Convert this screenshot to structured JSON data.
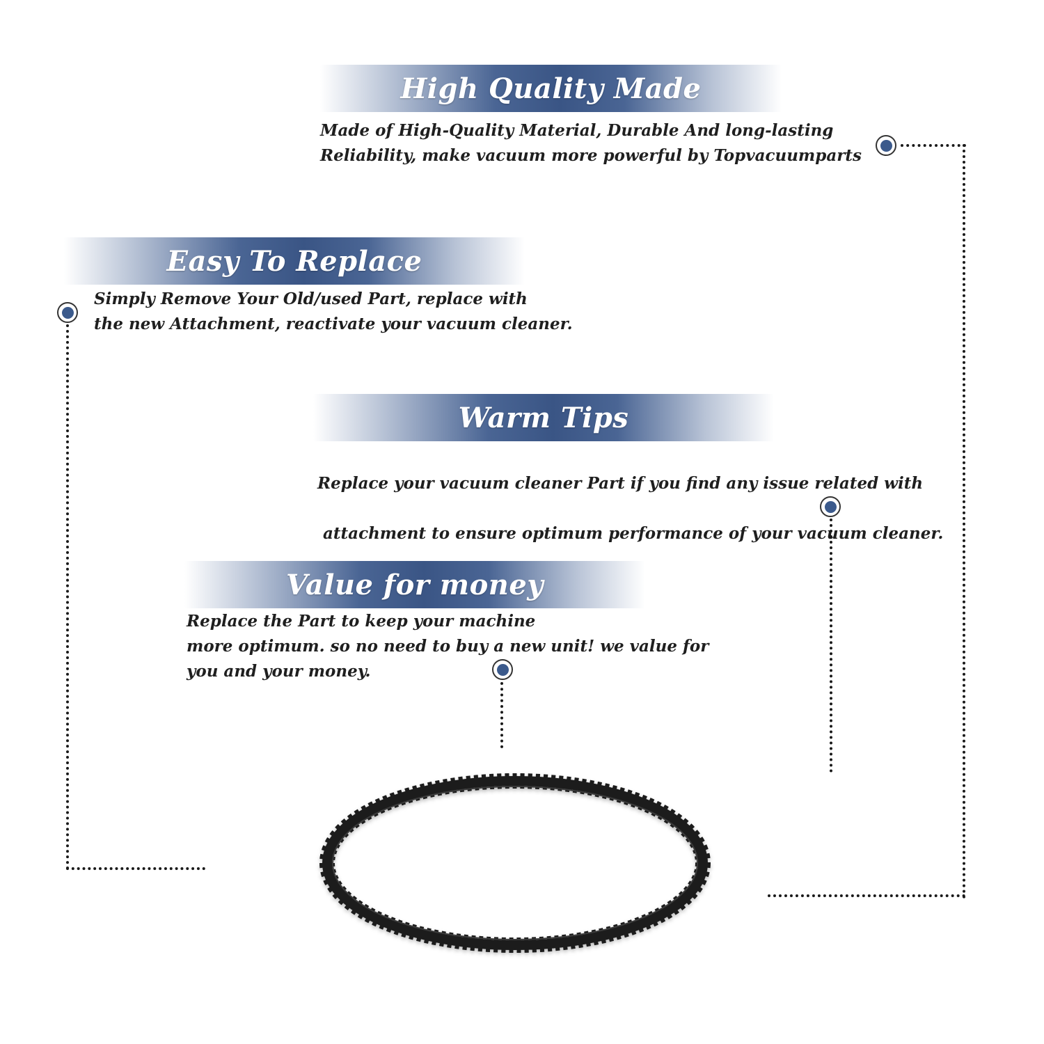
{
  "sections": {
    "high_quality": {
      "title": "High Quality Made",
      "lines": [
        "Made of  High-Quality Material, Durable And long-lasting",
        "Reliability, make vacuum more powerful by Topvacuumparts"
      ]
    },
    "easy_replace": {
      "title": "Easy To Replace",
      "lines": [
        "Simply Remove Your Old/used Part, replace with",
        "the new Attachment, reactivate your vacuum cleaner."
      ]
    },
    "warm_tips": {
      "title": "Warm Tips",
      "lines": [
        "Replace your vacuum cleaner Part if you find any issue related with",
        " attachment to ensure optimum performance of your vacuum cleaner."
      ]
    },
    "value_money": {
      "title": "Value for money",
      "lines": [
        "Replace the Part to keep your machine",
        "more optimum. so no need to buy a new unit! we value for",
        "you and your money."
      ]
    }
  },
  "colors": {
    "banner_blue": "#3a5585",
    "marker_blue": "#3b5a8c",
    "belt_black": "#1c1c1c"
  },
  "icons": [
    "target-dot-icon",
    "vacuum-belt-image"
  ]
}
